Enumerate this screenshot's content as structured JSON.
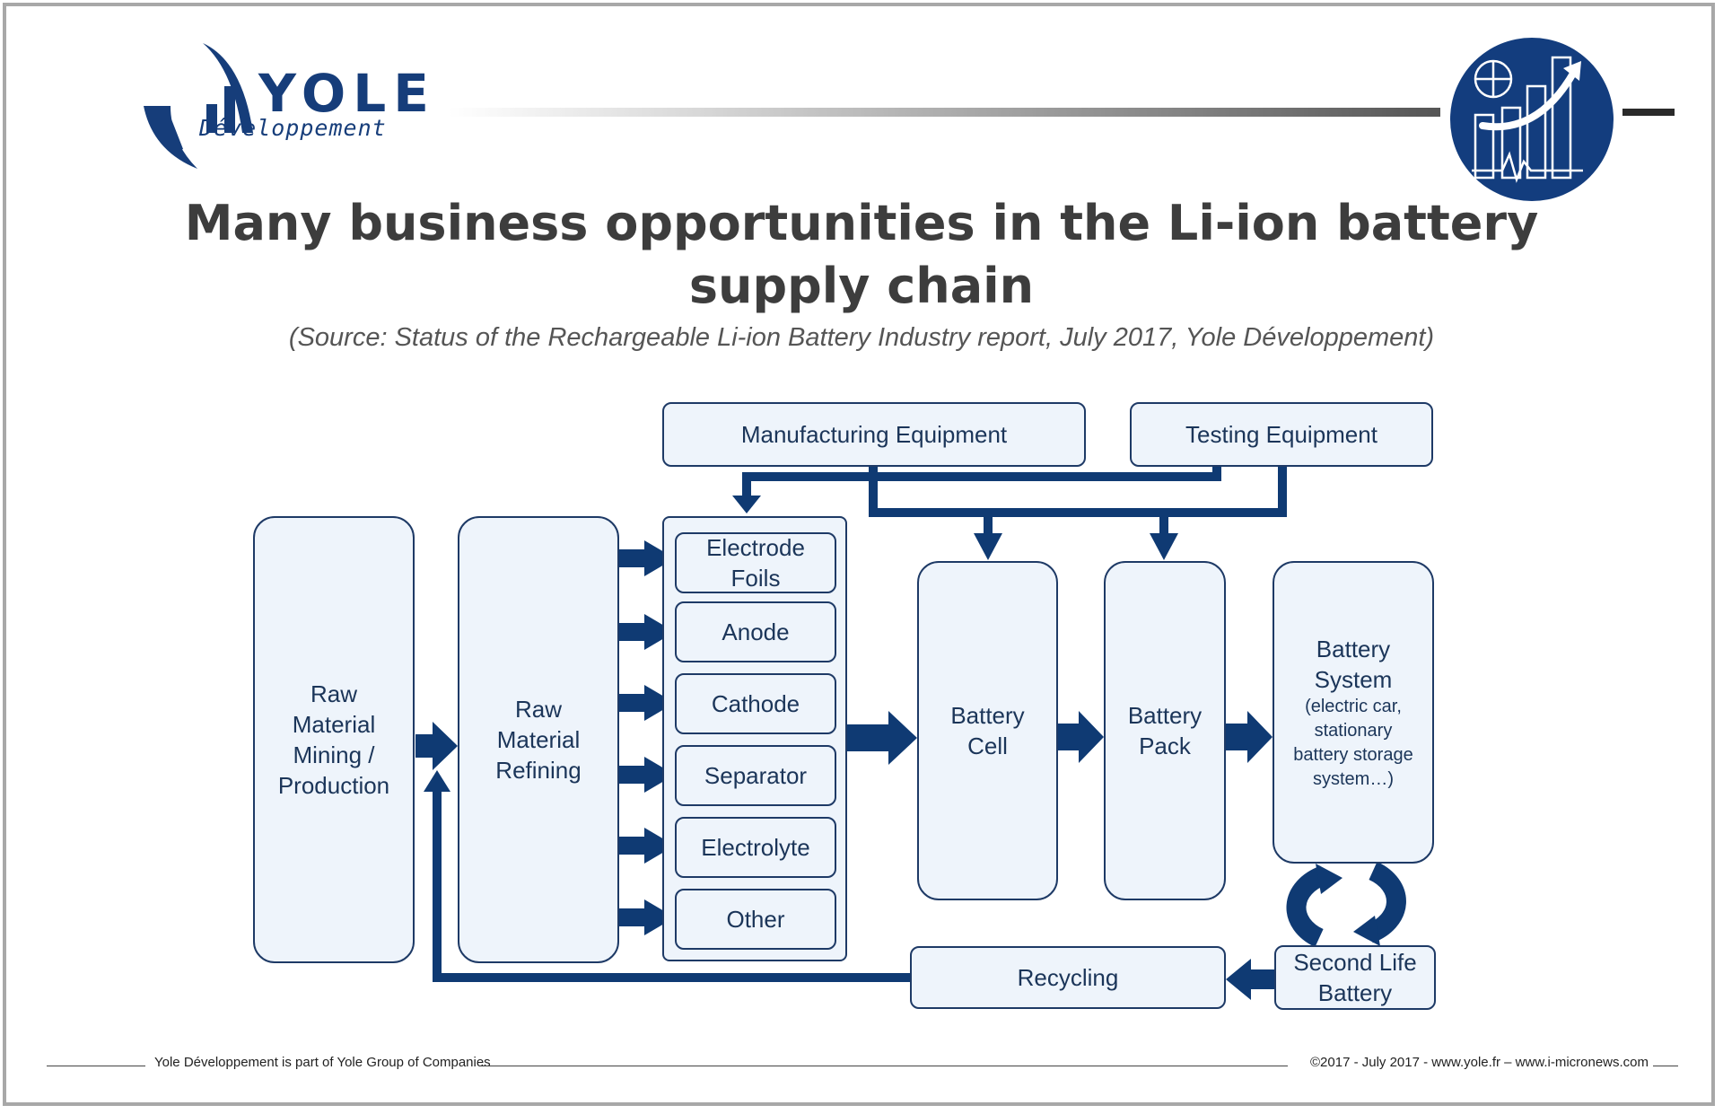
{
  "brand": {
    "name": "YOLE",
    "subname": "Développement"
  },
  "title": {
    "line1": "Many business opportunities in the Li-ion battery",
    "line2": "supply chain"
  },
  "subtitle": "(Source: Status of the Rechargeable Li-ion Battery Industry report, July 2017, Yole Développement)",
  "diagram": {
    "manufacturing_equipment": "Manufacturing Equipment",
    "testing_equipment": "Testing Equipment",
    "raw_material_mining": [
      "Raw",
      "Material",
      "Mining /",
      "Production"
    ],
    "raw_material_refining": [
      "Raw",
      "Material",
      "Refining"
    ],
    "components": [
      "Electrode Foils",
      "Anode",
      "Cathode",
      "Separator",
      "Electrolyte",
      "Other"
    ],
    "electrode_foils": [
      "Electrode",
      "Foils"
    ],
    "battery_cell": [
      "Battery",
      "Cell"
    ],
    "battery_pack": [
      "Battery",
      "Pack"
    ],
    "battery_system": {
      "title": [
        "Battery",
        "System"
      ],
      "details": [
        "(electric car,",
        "stationary",
        "battery storage",
        "system…)"
      ]
    },
    "second_life": [
      "Second Life",
      "Battery"
    ],
    "recycling": "Recycling"
  },
  "colors": {
    "arrow": "#0f3a73",
    "box_fill": "#eef4fb",
    "box_border": "#1e3a66",
    "text": "#1b3559",
    "title": "#3d3d3d"
  },
  "footer": {
    "left": "Yole Développement is part of Yole Group of Companies",
    "right": "©2017 - July 2017 - www.yole.fr – www.i-micronews.com"
  }
}
